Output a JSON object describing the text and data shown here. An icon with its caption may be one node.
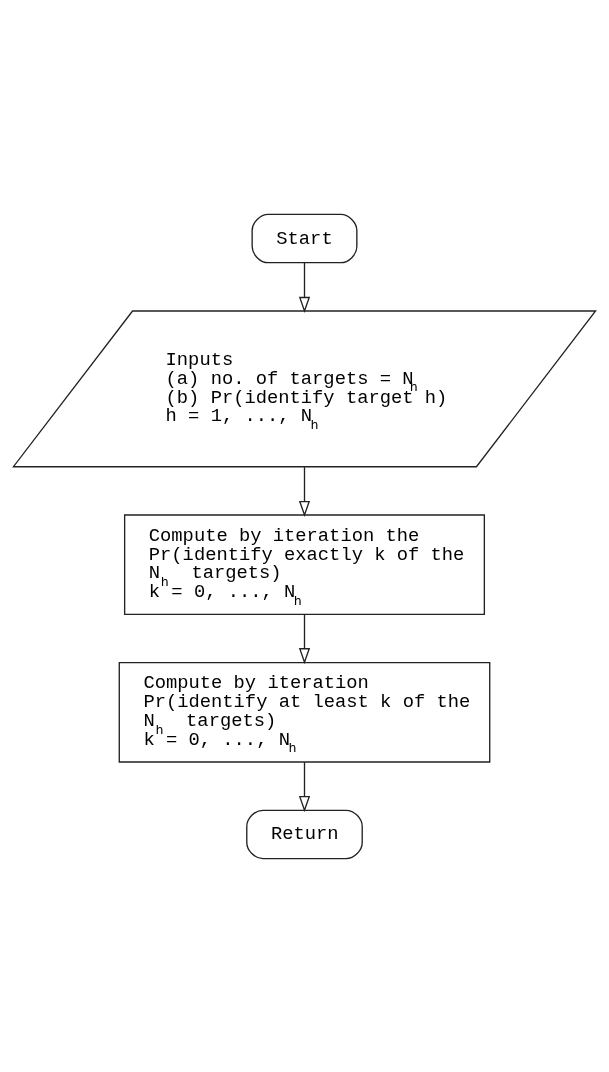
{
  "diagram": {
    "nodes": [
      {
        "text": [
          "Start"
        ]
      },
      {
        "text": [
          "Inputs",
          "(a) no. of targets = N$_{h}$",
          "(b) Pr(identify target h)",
          "h = 1, ..., N$_{h}$"
        ]
      },
      {
        "text": [
          "Compute by iteration the Pr(identify exactly k of the N$_{h}$ targets)",
          "k = 0, ..., N$_{h}$"
        ]
      },
      {
        "text": [
          "Compute by iteration Pr(identify at least k of the N$_{h}$ targets)",
          "k = 0, ..., N$_{h}$"
        ]
      },
      {
        "text": [
          "Return"
        ]
      }
    ],
    "edges": [
      {
        "from": 0,
        "to": 1,
        "arrow": "to"
      },
      {
        "from": 1,
        "to": 2,
        "arrow": "to"
      },
      {
        "from": 2,
        "to": 3,
        "arrow": "to"
      },
      {
        "from": 3,
        "to": 4,
        "arrow": "to"
      }
    ]
  }
}
